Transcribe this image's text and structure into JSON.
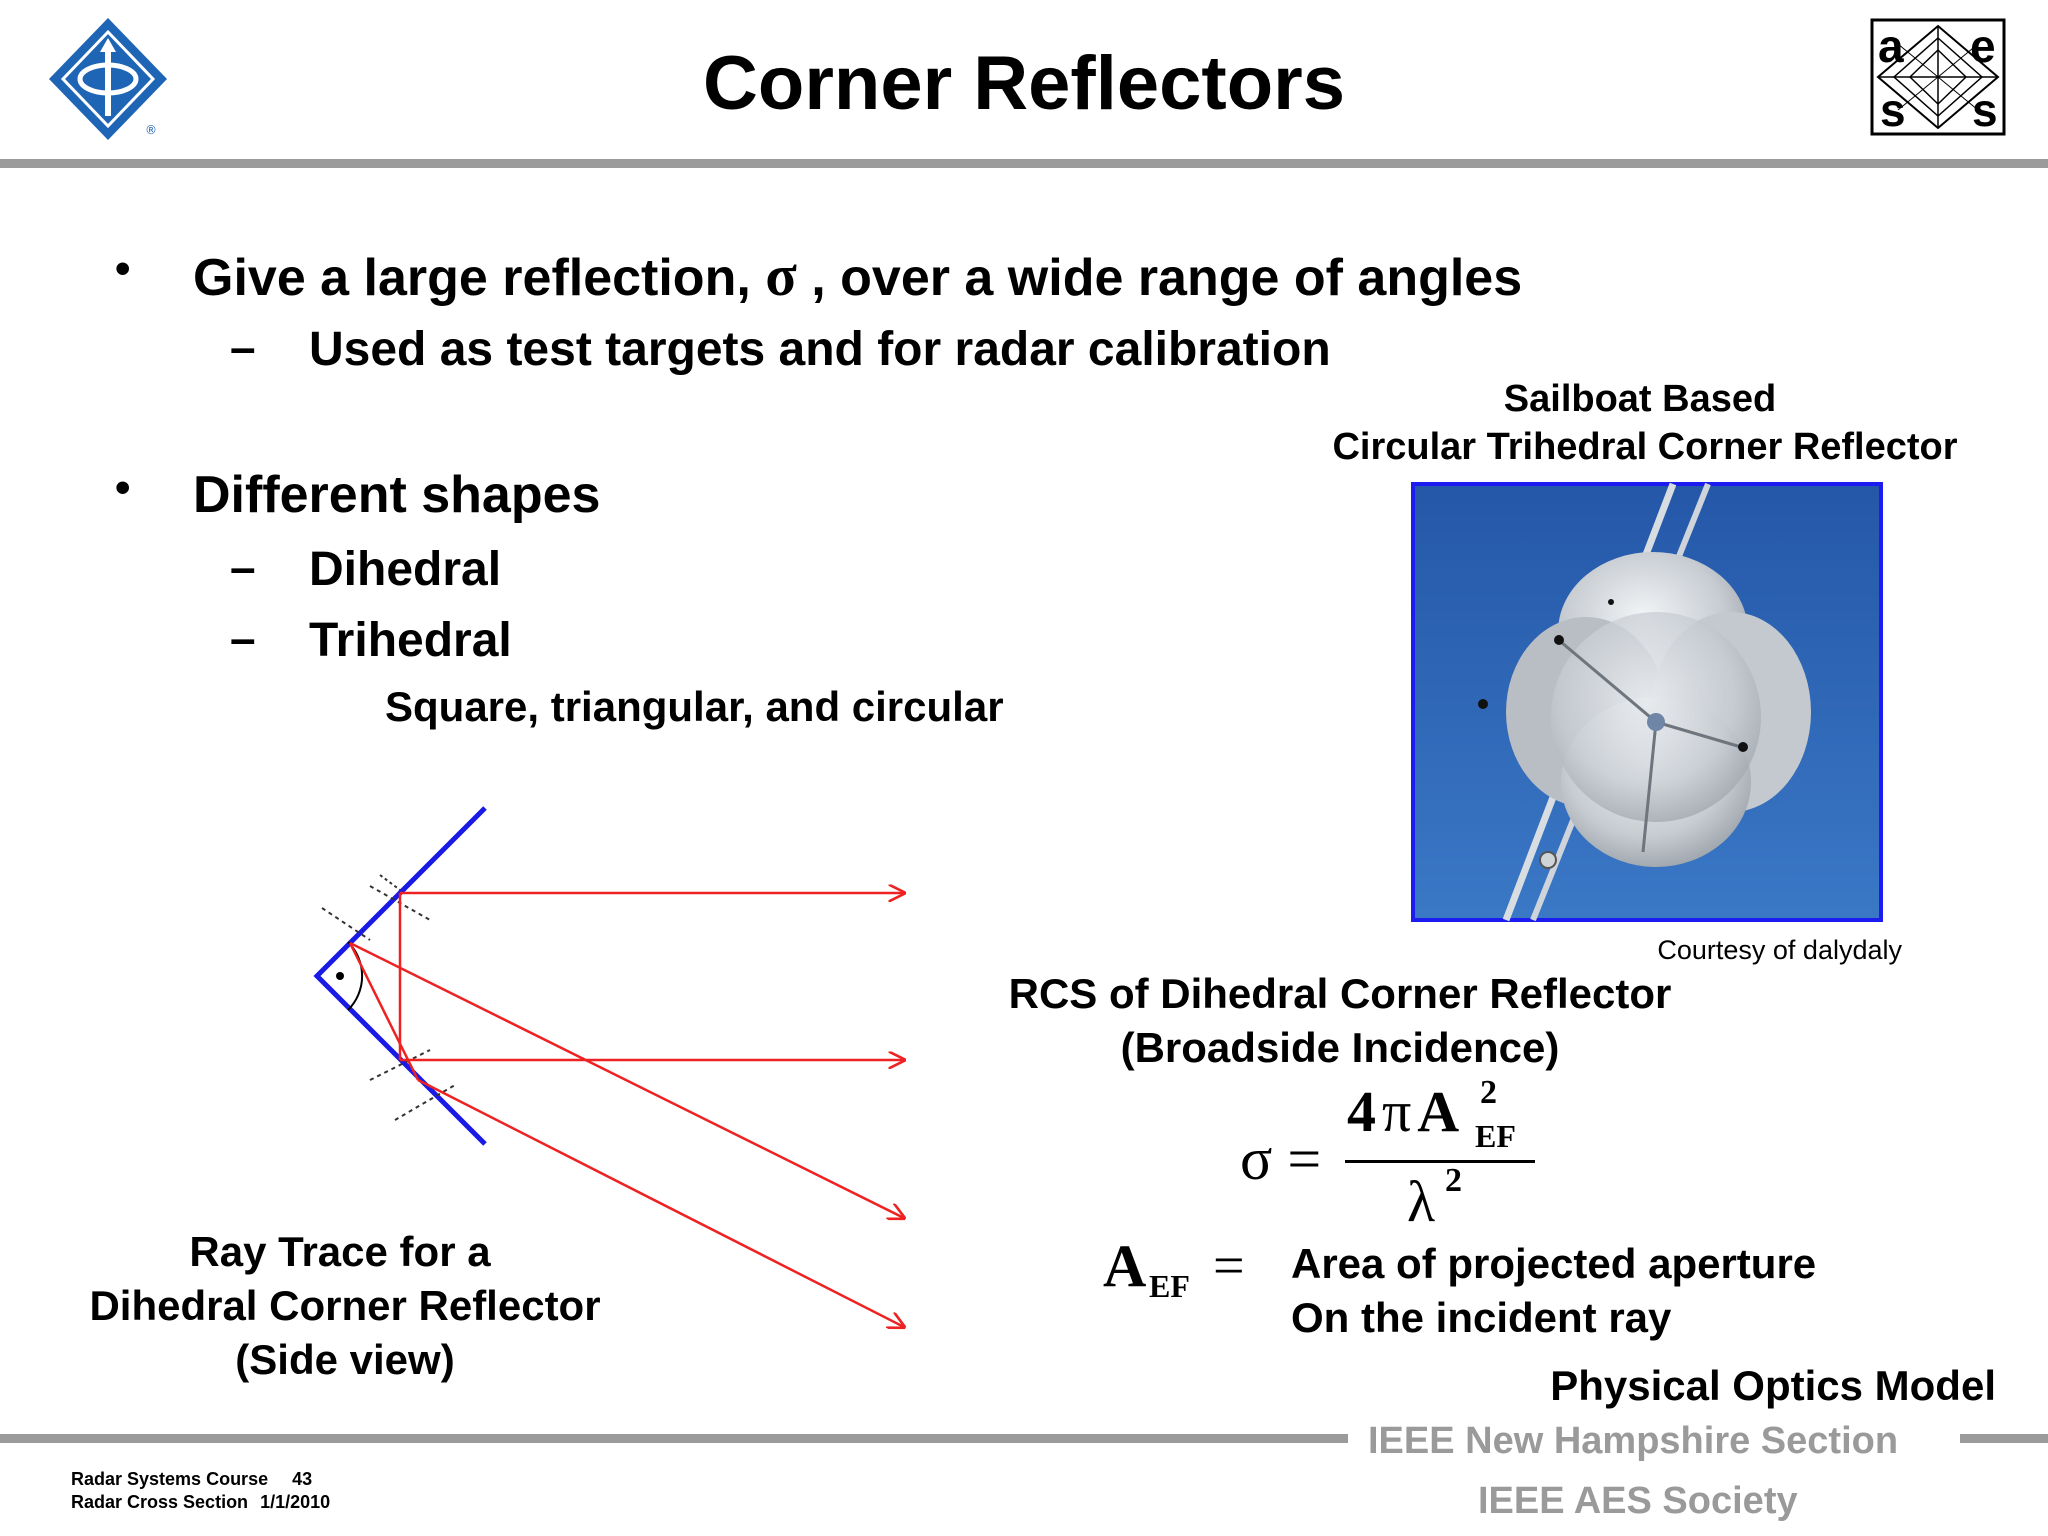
{
  "slide": {
    "title": "Corner Reflectors",
    "bullets": [
      {
        "text_before": "Give a large reflection, ",
        "symbol": "σ",
        "text_after": " , over a wide range of angles",
        "subitems": [
          "Used as test targets and for radar calibration"
        ]
      },
      {
        "text": "Different shapes",
        "subitems": [
          "Dihedral",
          "Trihedral"
        ],
        "subsub": "Square, triangular, and circular"
      }
    ],
    "bullet_glyph": "•",
    "dash_glyph": "–"
  },
  "photo": {
    "caption_line1": "Sailboat Based",
    "caption_line2": "Circular Trihedral Corner Reflector",
    "credit": "Courtesy of dalydaly",
    "border_color": "#1c1cf0",
    "sky_color": "#2d64b4"
  },
  "raytrace": {
    "caption_line1": "Ray Trace for a",
    "caption_line2": "Dihedral Corner Reflector",
    "caption_line3": "(Side view)",
    "reflector_color": "#1a1ae6",
    "ray_color": "#ee2222"
  },
  "rcs": {
    "heading_line1": "RCS of Dihedral Corner Reflector",
    "heading_line2": "(Broadside Incidence)",
    "formula": {
      "lhs": "σ =",
      "num_coef": "4",
      "num_pi": "π",
      "num_A": "A",
      "num_sup": "2",
      "num_sub": "EF",
      "den": "λ",
      "den_sup": "2"
    },
    "aef": {
      "A": "A",
      "sub": "EF",
      "eq": "=",
      "line1": "Area of projected aperture",
      "line2": "On the incident ray"
    },
    "model": "Physical Optics Model"
  },
  "footer": {
    "course": "Radar Systems Course",
    "page": "43",
    "topic": "Radar Cross Section",
    "date": "1/1/2010",
    "org1": "IEEE New Hampshire Section",
    "org2": "IEEE AES Society"
  },
  "logos": {
    "left_icon": "ieee-diamond-logo-icon",
    "right_icon": "aes-logo-icon",
    "aes_letters": [
      "a",
      "e",
      "s",
      "s"
    ],
    "ieee_blue": "#1f65b5"
  }
}
